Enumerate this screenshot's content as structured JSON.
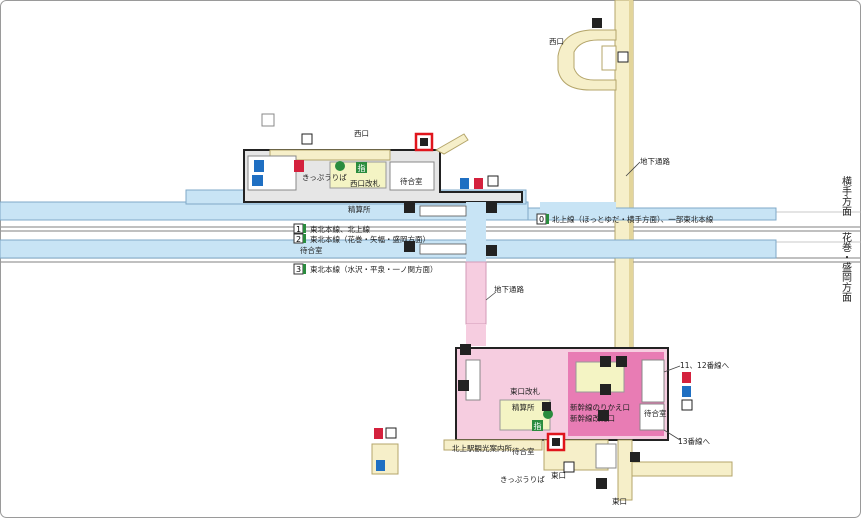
{
  "labels": {
    "nishiguchi_top": "西口",
    "nishiguchi_station": "西口",
    "kippu_uriba_west": "きっぷうりば",
    "nishiguchi_kaisatsu": "西口改札",
    "machiaishitsu_west": "待合室",
    "seisanjo_west": "精算所",
    "chika_tsuro_north": "地下通路",
    "chika_tsuro_south": "地下通路",
    "yokote_direction": "横手方面",
    "hanamaki_direction": "花巻・盛岡方面",
    "track0": "北上線（ほっとゆだ・横手方面）、一部東北本線",
    "track1": "東北本線、北上線",
    "track2": "東北本線（花巻・矢幅・盛岡方面）",
    "track3": "東北本線（水沢・平泉・一ノ関方面）",
    "machiaishitsu_platform": "待合室",
    "higashiguchi_kaisatsu": "東口改札",
    "seisanjo_east": "精算所",
    "shinkansen_norikae": "新幹線のりかえ口",
    "shinkansen_kaisatsu": "新幹線改札口",
    "machiaishitsu_east": "待合室",
    "to_track_11_12": "11、12番線へ",
    "to_track_13": "13番線へ",
    "kanko_annai": "北上駅観光案内所",
    "machiaishitsu_south": "待合室",
    "kippu_uriba_east": "きっぷうりば",
    "higashiguchi_upper": "東口",
    "higashiguchi_lower": "東口"
  },
  "track_numbers": [
    "0",
    "1",
    "2",
    "3"
  ],
  "sign_glyph": "指",
  "colors": {
    "platform": "#c8e4f5",
    "station": "#e6e6e6",
    "underpass": "#f6cde0",
    "shinkansen": "#e87cb4",
    "highlight": "#e0151c"
  }
}
